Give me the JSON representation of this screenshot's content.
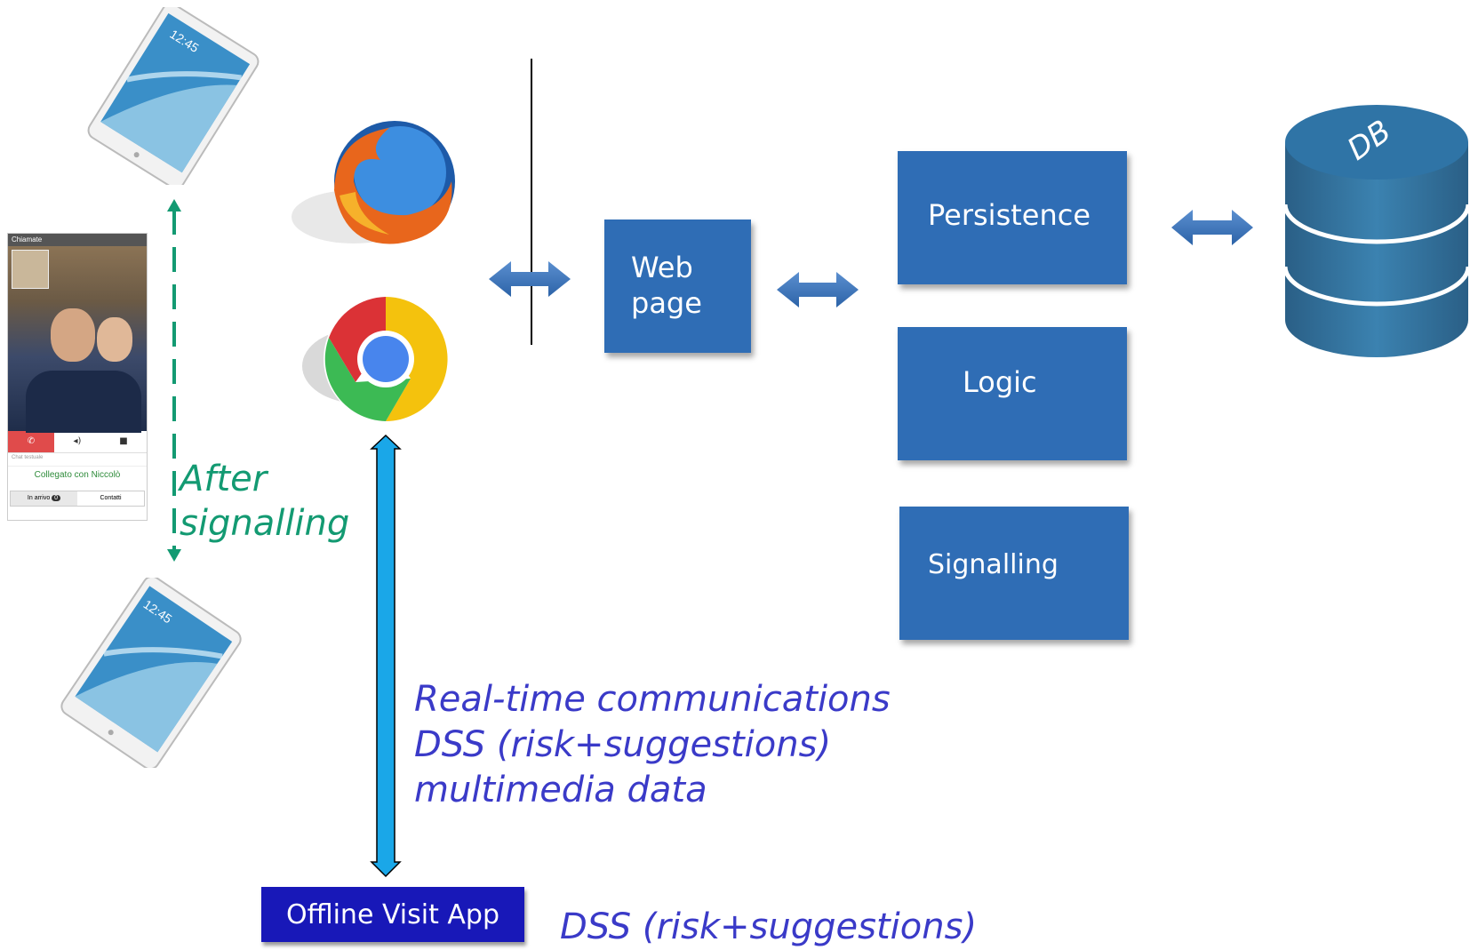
{
  "colors": {
    "box_blue": "#2f6db5",
    "green_annotation": "#139a72",
    "blue_annotation": "#3a3ac8",
    "cyan_arrow": "#1aa7e8",
    "app_button": "#1818b8"
  },
  "icons": [
    "tablet-icon",
    "phone-screenshot",
    "firefox-icon",
    "chrome-icon",
    "database-icon"
  ],
  "boxes": {
    "webpage": "Web\npage",
    "persistence": "Persistence",
    "logic": "Logic",
    "signalling": "Signalling"
  },
  "database": {
    "label": "DB"
  },
  "annotations": {
    "after_signalling": "After\nsignalling",
    "rtc_lines": [
      "Real-time communications",
      "DSS (risk+suggestions)",
      "multimedia data"
    ],
    "dss_bottom": "DSS (risk+suggestions)"
  },
  "app_button": {
    "label": "Offline Visit App"
  },
  "tablet": {
    "clock": "12:45"
  },
  "phone": {
    "header": "Chiamate",
    "chat_placeholder": "Chat testuale",
    "status": "Collegato con Niccolò",
    "tab_incoming": "In arrivo",
    "tab_incoming_count": "0",
    "tab_contacts": "Contatti"
  }
}
